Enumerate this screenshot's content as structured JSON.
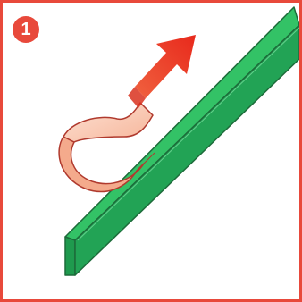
{
  "step": {
    "number": "1"
  },
  "colors": {
    "frame": "#e8493b",
    "badge": "#e8493b",
    "strip_top": "#2fbf63",
    "strip_side": "#1f8f47",
    "tape_fill": "#f9c6b0",
    "tape_outline": "#c0392b",
    "arrow": "#ee3b2b"
  },
  "icons": {
    "strip": "green-strip",
    "tape": "peeling-tape",
    "arrow": "peel-direction-arrow"
  }
}
